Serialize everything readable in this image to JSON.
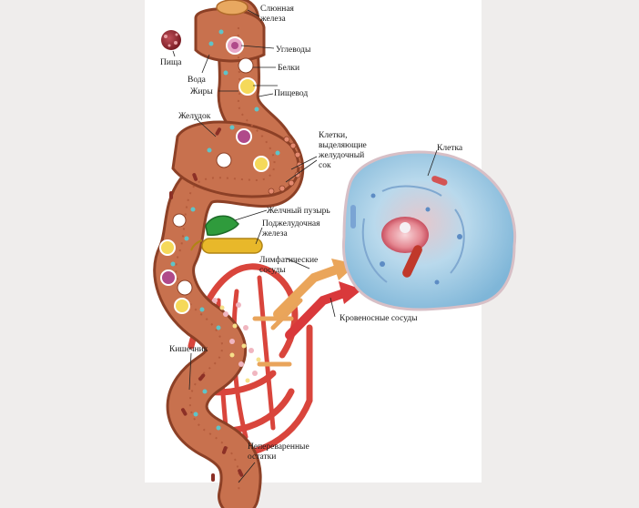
{
  "labels": {
    "salivary_gland": [
      "Слюнная",
      "железа"
    ],
    "food": "Пища",
    "carbohydrates": "Углеводы",
    "water": "Вода",
    "proteins": "Белки",
    "fats": "Жиры",
    "esophagus": "Пищевод",
    "stomach": "Желудок",
    "gastric_cells": [
      "Клетки,",
      "выделяющие",
      "желудочный",
      "сок"
    ],
    "cell": "Клетка",
    "gallbladder": "Желчный пузырь",
    "pancreas": [
      "Поджелудочная",
      "железа"
    ],
    "lymph_vessels": [
      "Лимфатические",
      "сосуды"
    ],
    "blood_vessels": "Кровеносные сосуды",
    "intestine": "Кишечник",
    "undigested": [
      "Непереваренные",
      "остатки"
    ]
  },
  "colors": {
    "tract": "#c8714e",
    "tract_outline": "#8c4026",
    "blood": "#d9453c",
    "lymph": "#e9a45b",
    "cell_body": "#a7cfe6",
    "nucleus": "#e07b82",
    "bile": "#2f9b3c",
    "pancreas": "#e8b82a"
  }
}
